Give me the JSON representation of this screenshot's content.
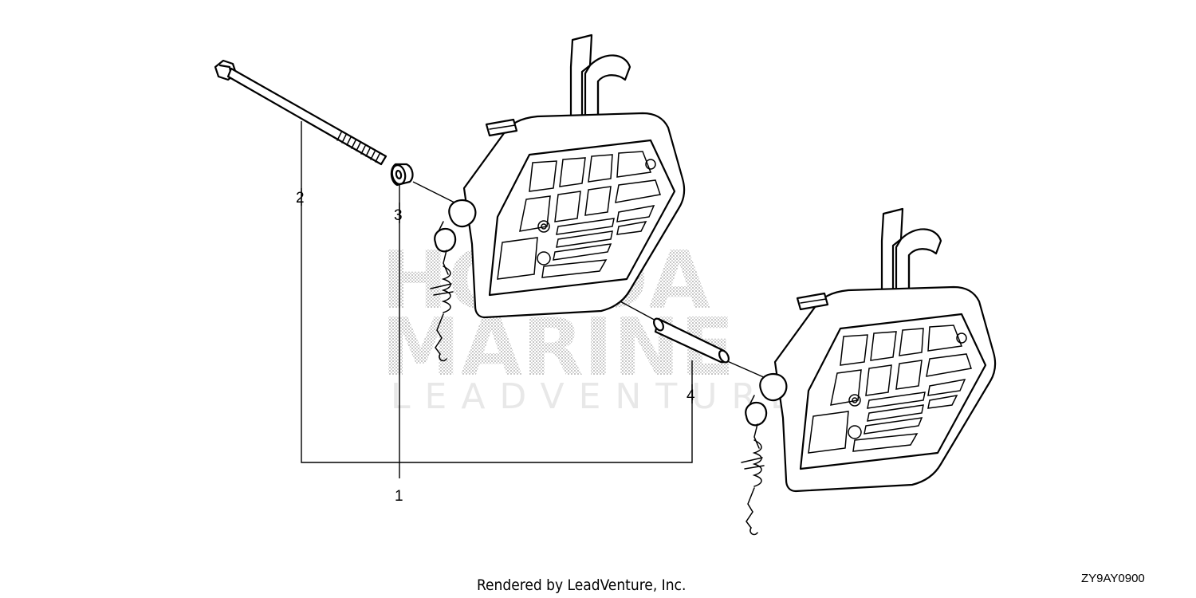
{
  "watermark": {
    "brand_line1": "HONDA",
    "brand_line2": "MARINE",
    "brand_line3": "LEADVENTURE"
  },
  "callouts": {
    "c1": "1",
    "c2": "2",
    "c3": "3",
    "c4": "4"
  },
  "footer": {
    "rendered_by": "Rendered by LeadVenture, Inc.",
    "diagram_code": "ZY9AY0900"
  },
  "parts": {
    "bolt_icon": "bolt-icon",
    "collar_icon": "collar-icon",
    "pipe_icon": "pipe-icon",
    "control_box_icon": "remote-control-box-icon"
  }
}
